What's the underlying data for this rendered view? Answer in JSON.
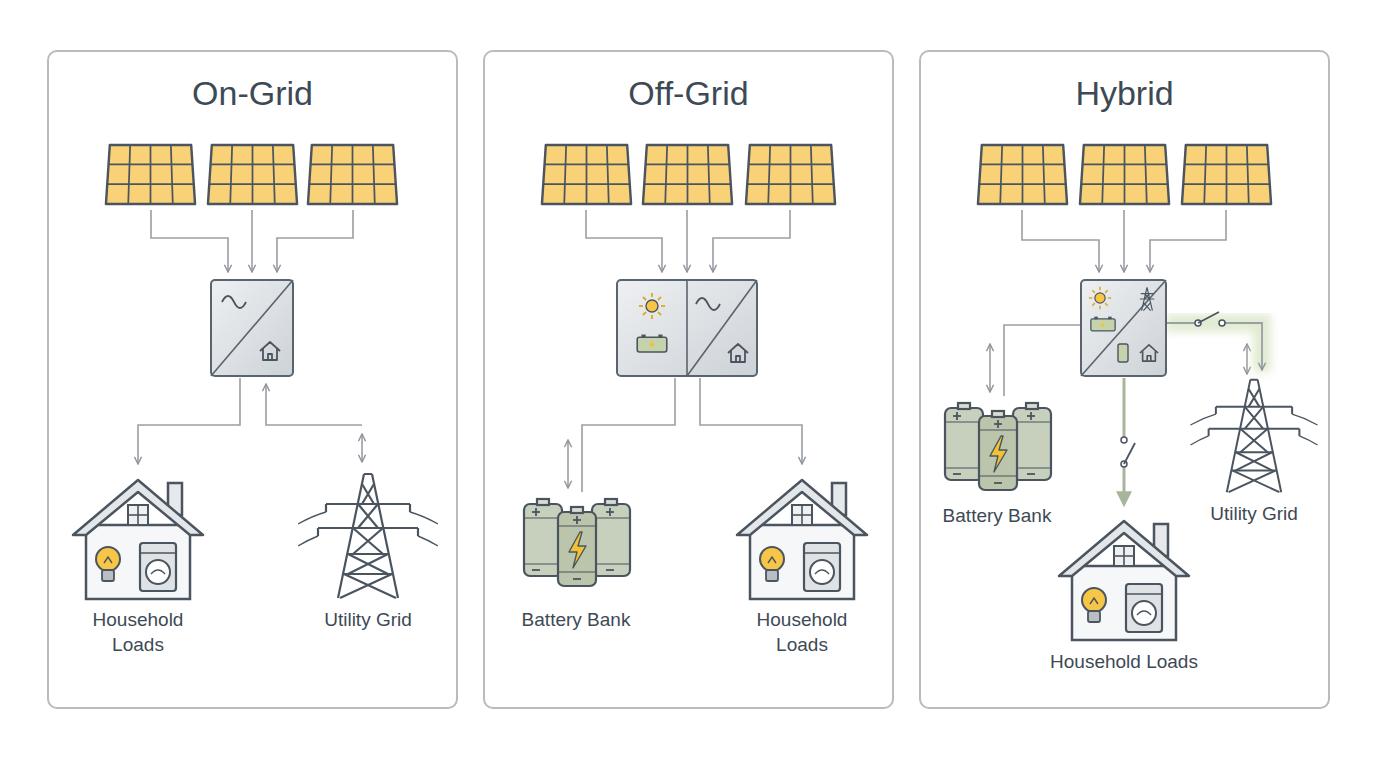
{
  "diagram": {
    "nodes": [
      {
        "text": [
          "On-Grid"
        ]
      },
      {
        "text": [
          "Household Loads"
        ],
        "in": 0
      },
      {
        "text": [
          "Utility Grid"
        ],
        "in": 0
      },
      {
        "text": [
          "Off-Grid"
        ]
      },
      {
        "text": [
          "Battery Bank"
        ],
        "in": 3
      },
      {
        "text": [
          "Household Loads"
        ],
        "in": 3
      },
      {
        "text": [
          "Hybrid"
        ]
      },
      {
        "text": [
          "Battery Bank"
        ],
        "in": 6
      },
      {
        "text": [
          "Utility Grid"
        ],
        "in": 6
      },
      {
        "text": [
          "Household Loads"
        ],
        "in": 6
      }
    ]
  }
}
